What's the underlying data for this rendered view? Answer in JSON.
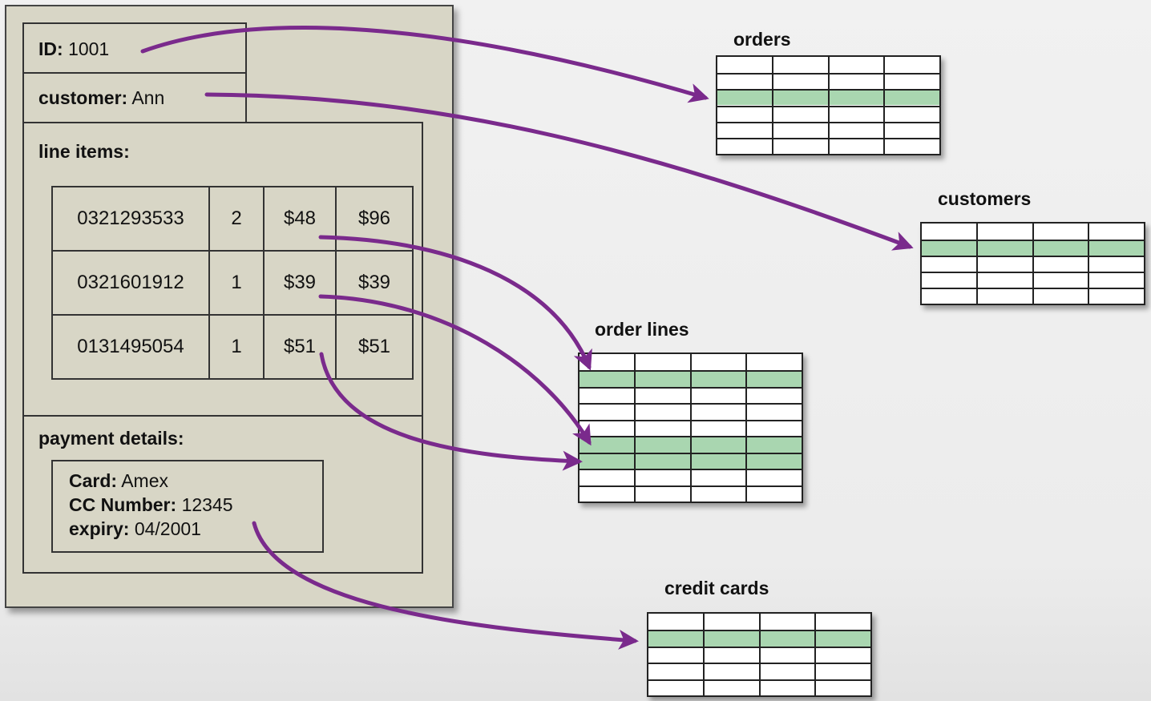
{
  "aggregate": {
    "id": {
      "key": "ID:",
      "value": "1001"
    },
    "customer": {
      "key": "customer:",
      "value": "Ann"
    },
    "line_items": {
      "label": "line items:",
      "rows": [
        [
          "0321293533",
          "2",
          "$48",
          "$96"
        ],
        [
          "0321601912",
          "1",
          "$39",
          "$39"
        ],
        [
          "0131495054",
          "1",
          "$51",
          "$51"
        ]
      ]
    },
    "payment": {
      "label": "payment details:",
      "card": {
        "key": "Card:",
        "value": "Amex"
      },
      "cc": {
        "key": "CC Number:",
        "value": "12345"
      },
      "expiry": {
        "key": "expiry:",
        "value": "04/2001"
      }
    }
  },
  "tables": {
    "orders": {
      "name": "orders"
    },
    "customers": {
      "name": "customers"
    },
    "order_lines": {
      "name": "order lines"
    },
    "credit_cards": {
      "name": "credit cards"
    }
  },
  "colors": {
    "arrow": "#7a2a8c",
    "highlight": "#a9d6b0",
    "document": "#d8d6c6"
  }
}
